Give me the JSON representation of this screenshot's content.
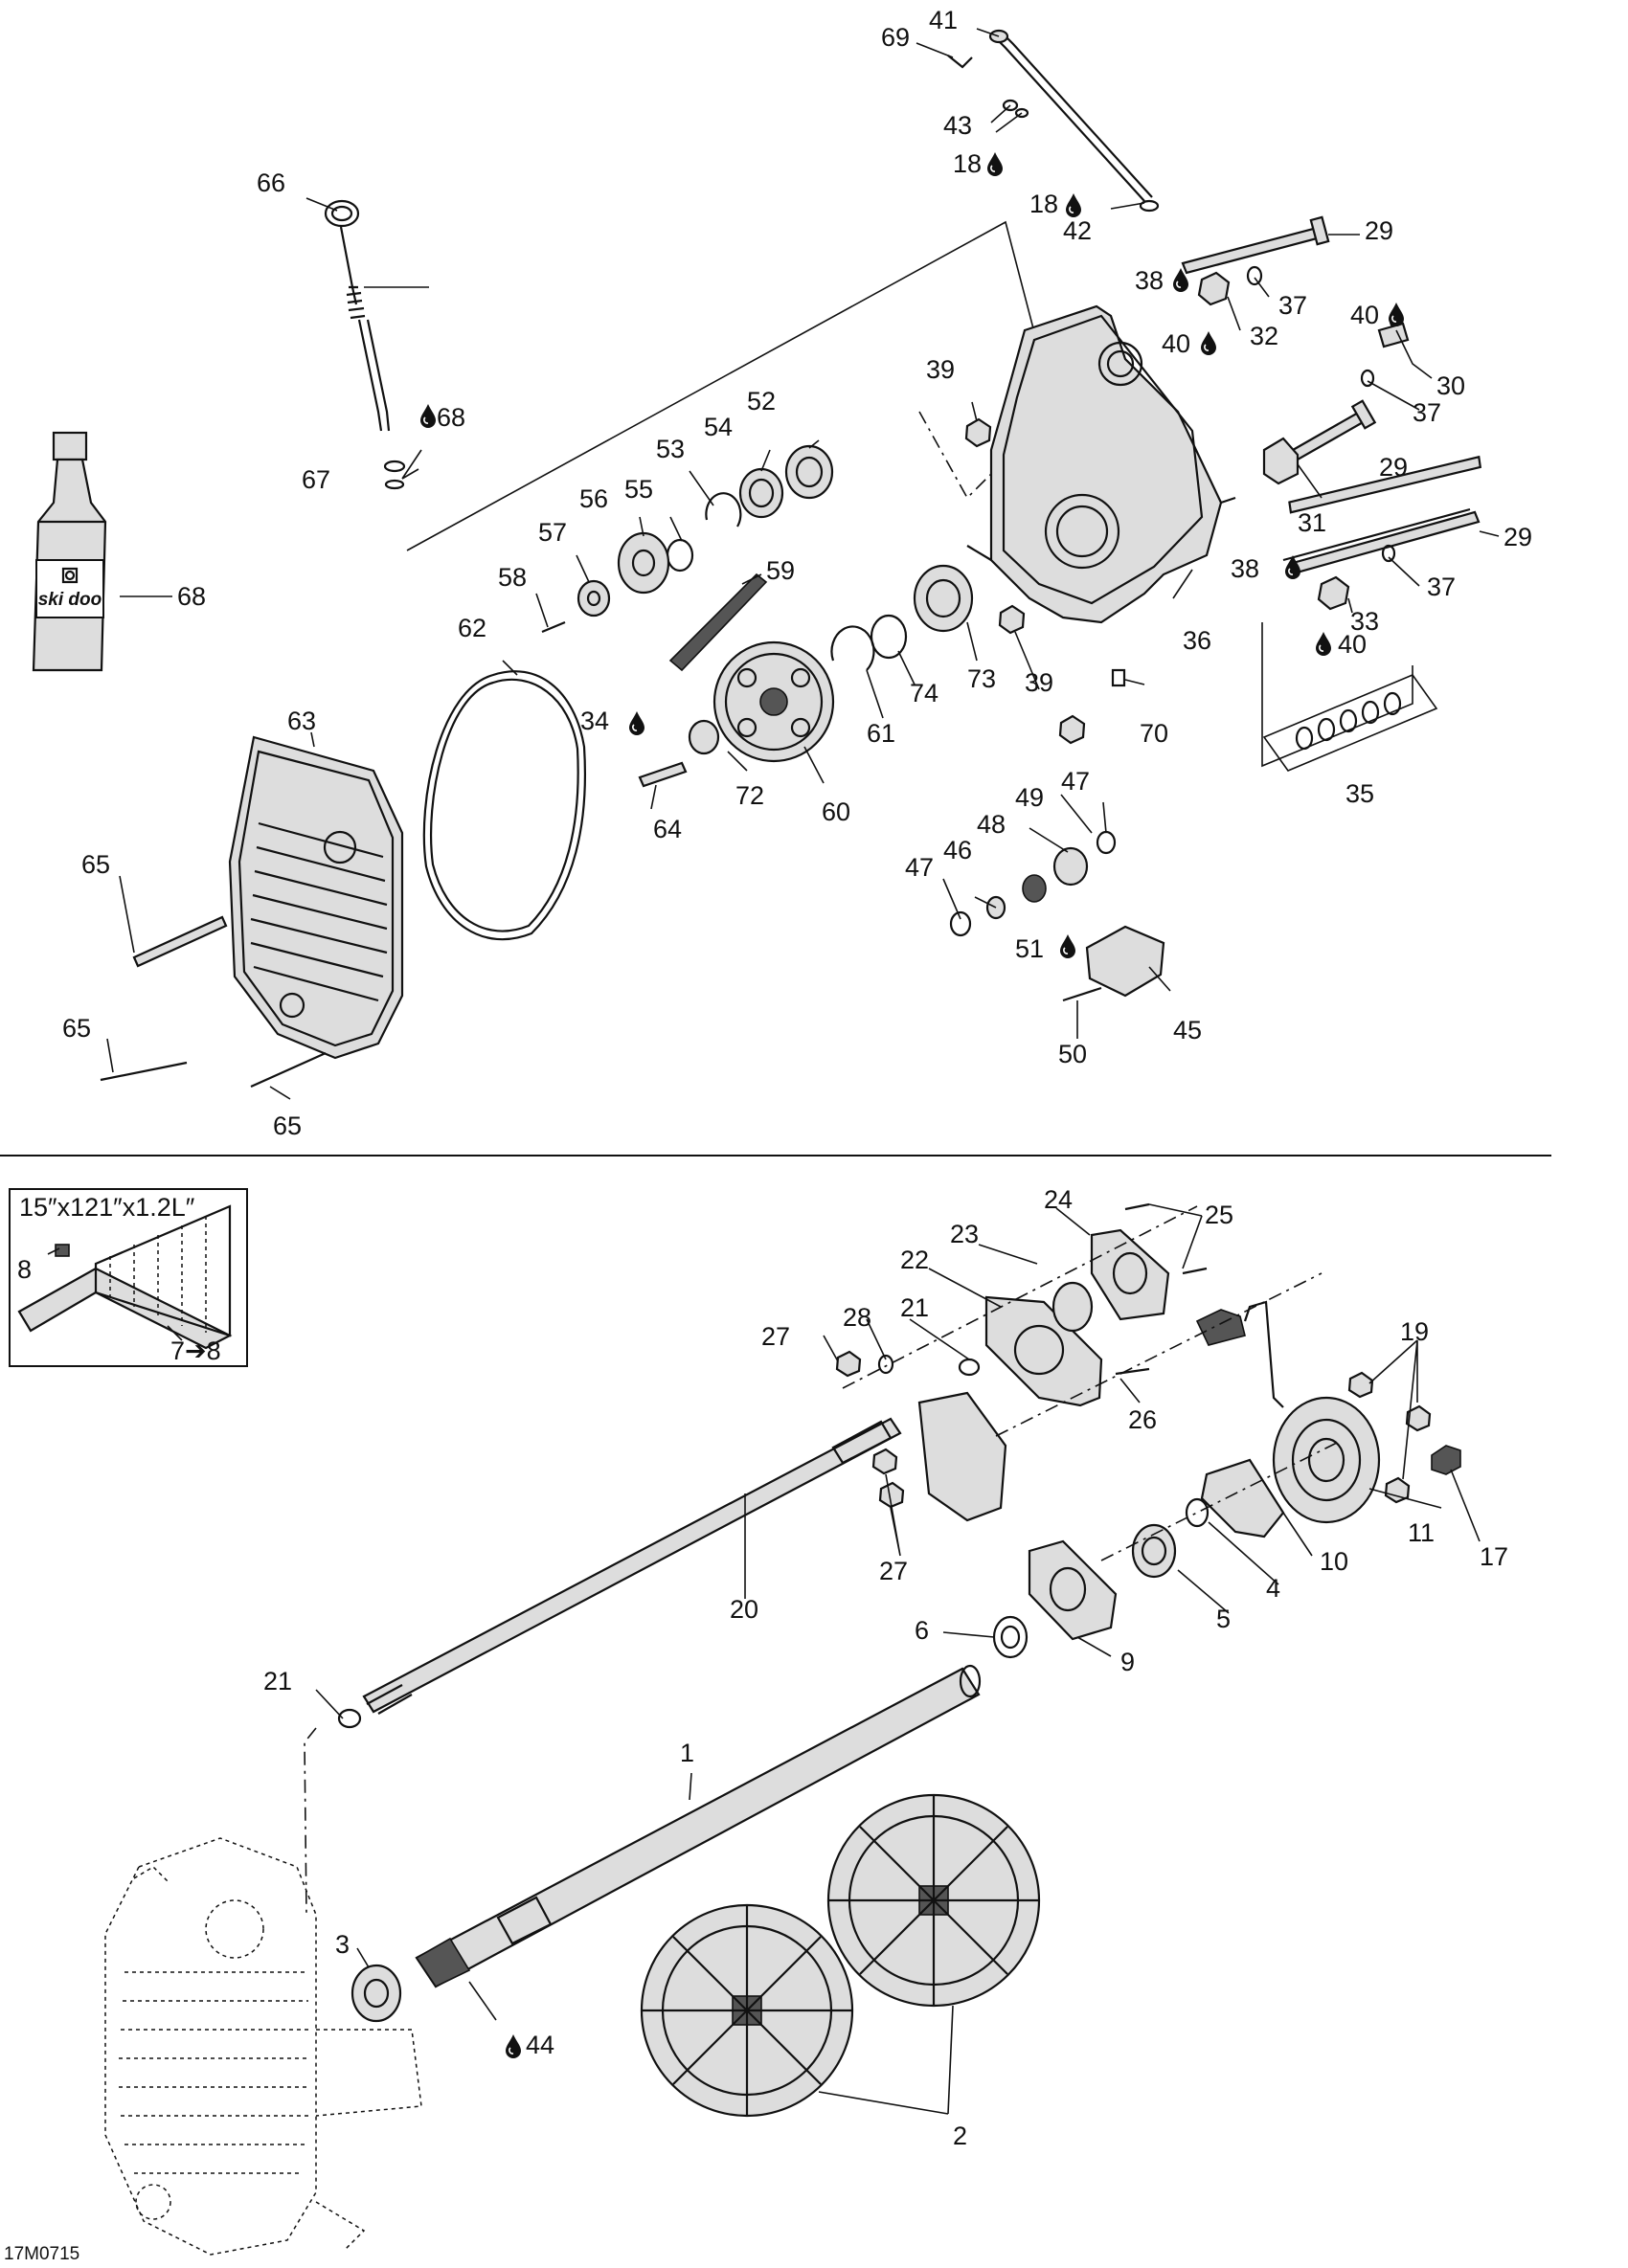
{
  "diagram": {
    "callouts": {
      "c1": "1",
      "c2": "2",
      "c3": "3",
      "c4": "4",
      "c5": "5",
      "c6": "6",
      "c7": "7➔8",
      "c8": "8",
      "c9": "9",
      "c10": "10",
      "c11": "11",
      "c17": "17",
      "c18a": "18",
      "c18b": "18",
      "c19": "19",
      "c20": "20",
      "c21a": "21",
      "c21b": "21",
      "c22": "22",
      "c23": "23",
      "c24": "24",
      "c25": "25",
      "c26": "26",
      "c27a": "27",
      "c27b": "27",
      "c28": "28",
      "c29a": "29",
      "c29b": "29",
      "c29c": "29",
      "c30": "30",
      "c31": "31",
      "c32": "32",
      "c33": "33",
      "c34": "34",
      "c35": "35",
      "c36": "36",
      "c37a": "37",
      "c37b": "37",
      "c37c": "37",
      "c38a": "38",
      "c38b": "38",
      "c39a": "39",
      "c39b": "39",
      "c40a": "40",
      "c40b": "40",
      "c40c": "40",
      "c41": "41",
      "c42": "42",
      "c43": "43",
      "c44": "44",
      "c45": "45",
      "c46": "46",
      "c47a": "47",
      "c47b": "47",
      "c48": "48",
      "c49": "49",
      "c50": "50",
      "c51": "51",
      "c52": "52",
      "c53": "53",
      "c54": "54",
      "c55": "55",
      "c56": "56",
      "c57": "57",
      "c58": "58",
      "c59": "59",
      "c60": "60",
      "c61": "61",
      "c62": "62",
      "c63": "63",
      "c64": "64",
      "c65a": "65",
      "c65b": "65",
      "c65c": "65",
      "c66": "66",
      "c67": "67",
      "c68a": "68",
      "c68b": "68",
      "c69": "69",
      "c70": "70",
      "c72": "72",
      "c73": "73",
      "c74": "74"
    },
    "track_spec": "15″x121″x1.2L″",
    "bottle_brand": "ski doo",
    "figure_code": "17M0715"
  }
}
